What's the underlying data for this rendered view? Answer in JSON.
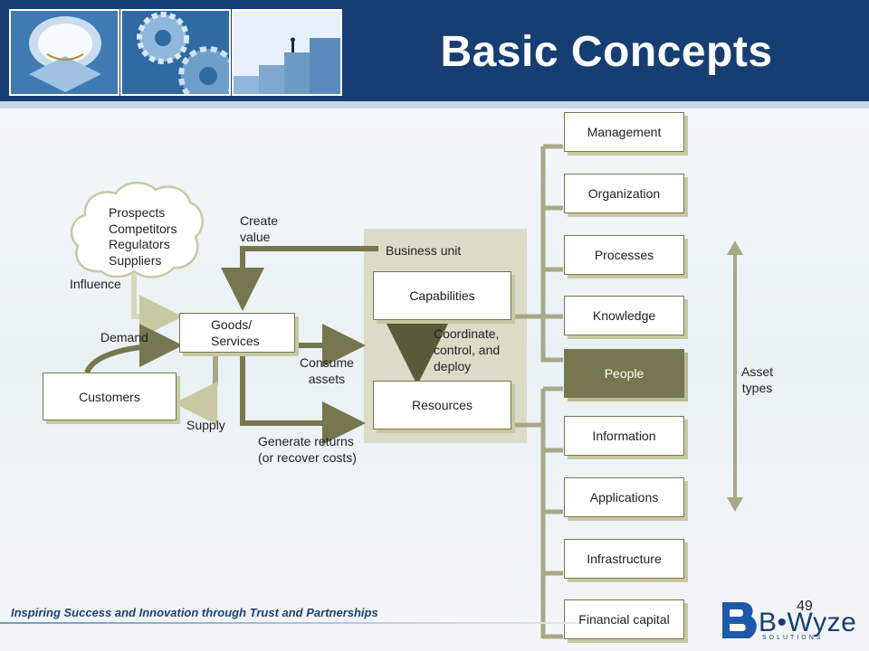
{
  "slide": {
    "title": "Basic Concepts",
    "page_number": "49",
    "footer_tagline": "Inspiring Success and Innovation through Trust and Partnerships",
    "logo_text": "B•Wyze",
    "logo_sub": "SOLUTIONS"
  },
  "diagram": {
    "cloud_lines": [
      "Prospects",
      "Competitors",
      "Regulators",
      "Suppliers"
    ],
    "influence": "Influence",
    "demand": "Demand",
    "supply": "Supply",
    "customers": "Customers",
    "goods_services": "Goods/\nServices",
    "create_value": "Create\nvalue",
    "consume_assets": "Consume\nassets",
    "generate_returns": "Generate returns\n(or recover costs)",
    "business_unit": "Business unit",
    "capabilities": "Capabilities",
    "coordinate": "Coordinate,\ncontrol, and\ndeploy",
    "resources": "Resources",
    "asset_types": "Asset\ntypes",
    "capability_assets": [
      "Management",
      "Organization",
      "Processes",
      "Knowledge"
    ],
    "people": "People",
    "resource_assets": [
      "Information",
      "Applications",
      "Infrastructure",
      "Financial capital"
    ]
  },
  "colors": {
    "header": "#173e72",
    "olive": "#77764e",
    "olive_light": "#c8c8a2",
    "panel": "#dcdbc8"
  }
}
